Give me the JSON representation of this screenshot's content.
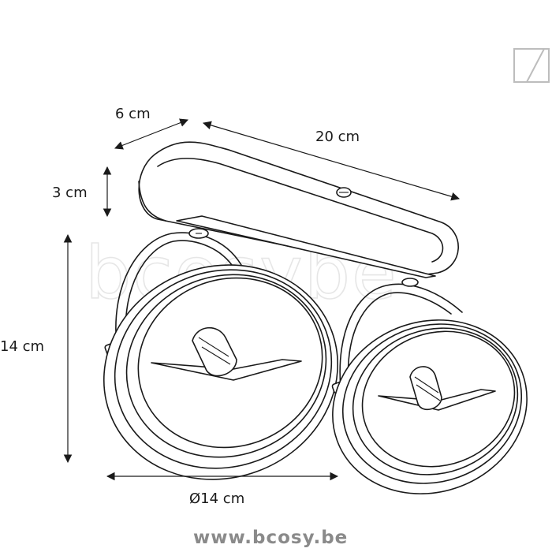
{
  "dimensions": {
    "depth": "6 cm",
    "length": "20 cm",
    "base_height": "3 cm",
    "total_height": "14 cm",
    "diameter": "Ø14 cm"
  },
  "watermark": {
    "text": "bcosybe"
  },
  "footer": {
    "site": "www.bcosy.be"
  },
  "colors": {
    "line": "#1a1a1a",
    "background": "#ffffff",
    "watermark": "#e6e6e6",
    "footer_text": "#8a8a8a"
  },
  "icons": {
    "corner_logo": "brand-logo-icon"
  }
}
